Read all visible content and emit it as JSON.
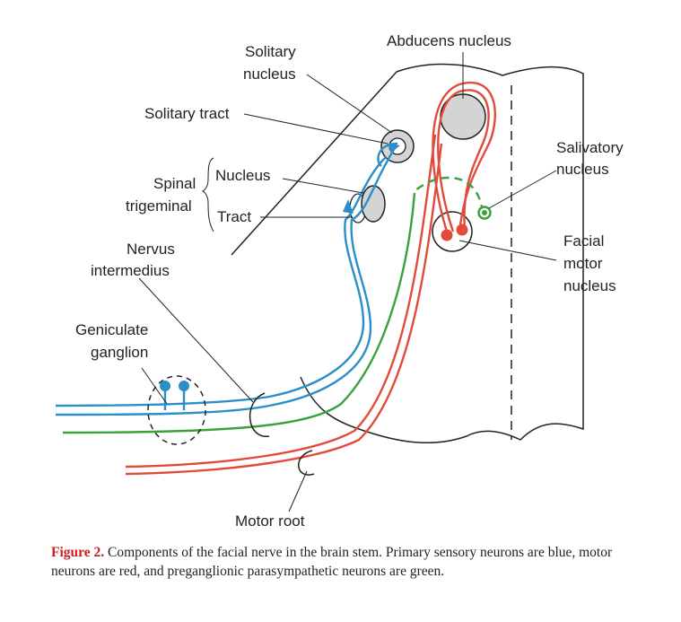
{
  "labels": {
    "abducens": "Abducens nucleus",
    "solitary_nucleus_1": "Solitary",
    "solitary_nucleus_2": "nucleus",
    "solitary_tract": "Solitary tract",
    "salivatory_1": "Salivatory",
    "salivatory_2": "nucleus",
    "spinal_1": "Spinal",
    "spinal_2": "trigeminal",
    "nucleus": "Nucleus",
    "tract": "Tract",
    "facial_1": "Facial",
    "facial_2": "motor",
    "facial_3": "nucleus",
    "nervus_1": "Nervus",
    "nervus_2": "intermedius",
    "geniculate_1": "Geniculate",
    "geniculate_2": "ganglion",
    "motor_root": "Motor root"
  },
  "caption": {
    "label": "Figure 2.",
    "text": " Components of the facial nerve in the brain stem. Primary sensory neurons are blue, motor neurons are red, and preganglionic parasympathetic neurons are green."
  },
  "colors": {
    "sensory": "#2a8fc9",
    "motor": "#e24b3b",
    "parasympathetic": "#3aa23a",
    "nucleus_fill": "#d4d4d4",
    "outline": "#222222",
    "caption_label": "#c8201e"
  }
}
